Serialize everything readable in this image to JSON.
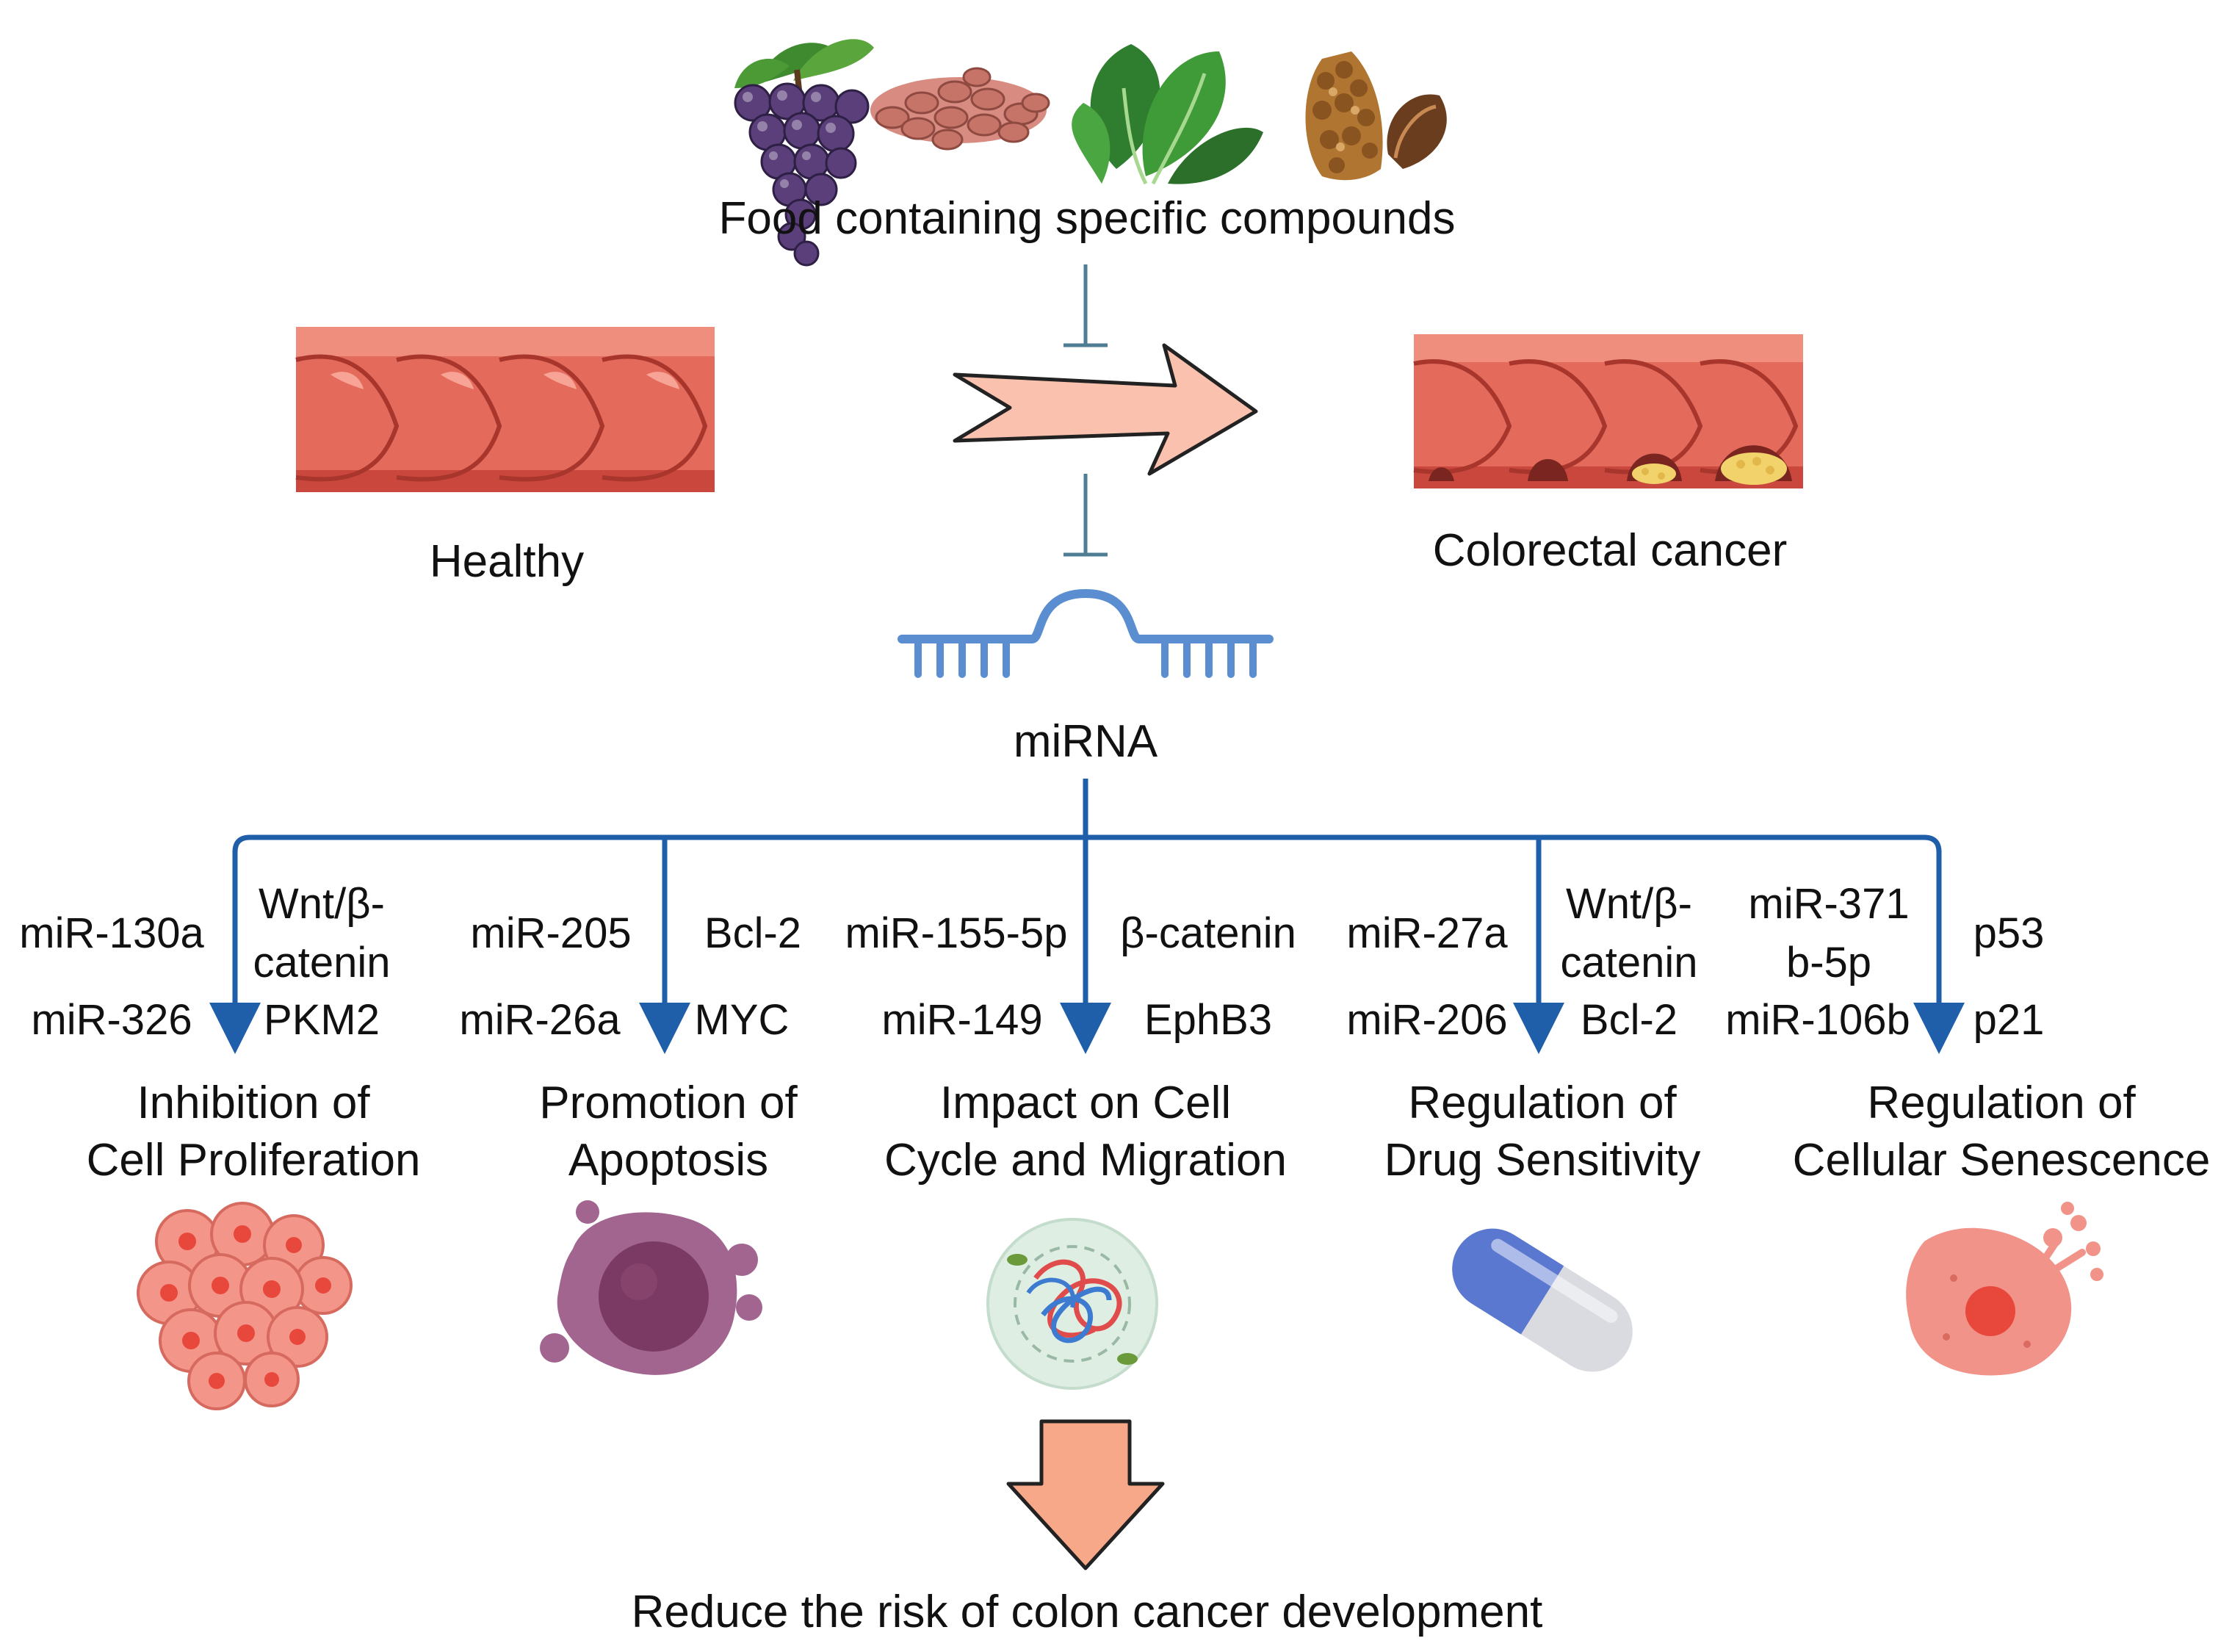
{
  "colors": {
    "arrow_blue": "#1f5ea8",
    "inhibit_gray": "#4f7e94",
    "colon_red": "#e46b5b",
    "colon_dark": "#c9473c",
    "big_arrow_fill": "#f9c1ae",
    "down_arrow_fill": "#f7a888",
    "mirna_blue": "#5a8ed0"
  },
  "food": {
    "caption": "Food containing specific compounds",
    "items": [
      "grapes-icon",
      "beans-icon",
      "spinach-icon",
      "mushroom-icon"
    ]
  },
  "states": {
    "healthy": "Healthy",
    "cancer": "Colorectal cancer"
  },
  "mirna_label": "miRNA",
  "branches": [
    {
      "mirnas_top": "miR-130a",
      "mirnas_bottom": "miR-326",
      "targets": [
        "Wnt/β-",
        "catenin",
        "PKM2"
      ],
      "title": [
        "Inhibition of",
        "Cell Proliferation"
      ],
      "icon": "proliferating-cells-icon"
    },
    {
      "mirnas_top": "miR-205",
      "mirnas_bottom": "miR-26a",
      "targets": [
        "Bcl-2",
        "MYC"
      ],
      "title": [
        "Promotion of",
        "Apoptosis"
      ],
      "icon": "apoptotic-cell-icon"
    },
    {
      "mirnas_top": "miR-155-5p",
      "mirnas_bottom": "miR-149",
      "targets": [
        "β-catenin",
        "EphB3"
      ],
      "title": [
        "Impact on Cell",
        "Cycle and Migration"
      ],
      "icon": "dividing-cell-icon"
    },
    {
      "mirnas_top": "miR-27a",
      "mirnas_bottom": "miR-206",
      "targets": [
        "Wnt/β-",
        "catenin",
        "Bcl-2"
      ],
      "title": [
        "Regulation of",
        "Drug Sensitivity"
      ],
      "icon": "capsule-icon"
    },
    {
      "mirnas_top": [
        "miR-371",
        "b-5p"
      ],
      "mirnas_bottom": "miR-106b",
      "targets": [
        "p53",
        "p21"
      ],
      "title": [
        "Regulation of",
        "Cellular Senescence"
      ],
      "icon": "senescent-cell-icon"
    }
  ],
  "outcome": "Reduce the risk of colon cancer development"
}
